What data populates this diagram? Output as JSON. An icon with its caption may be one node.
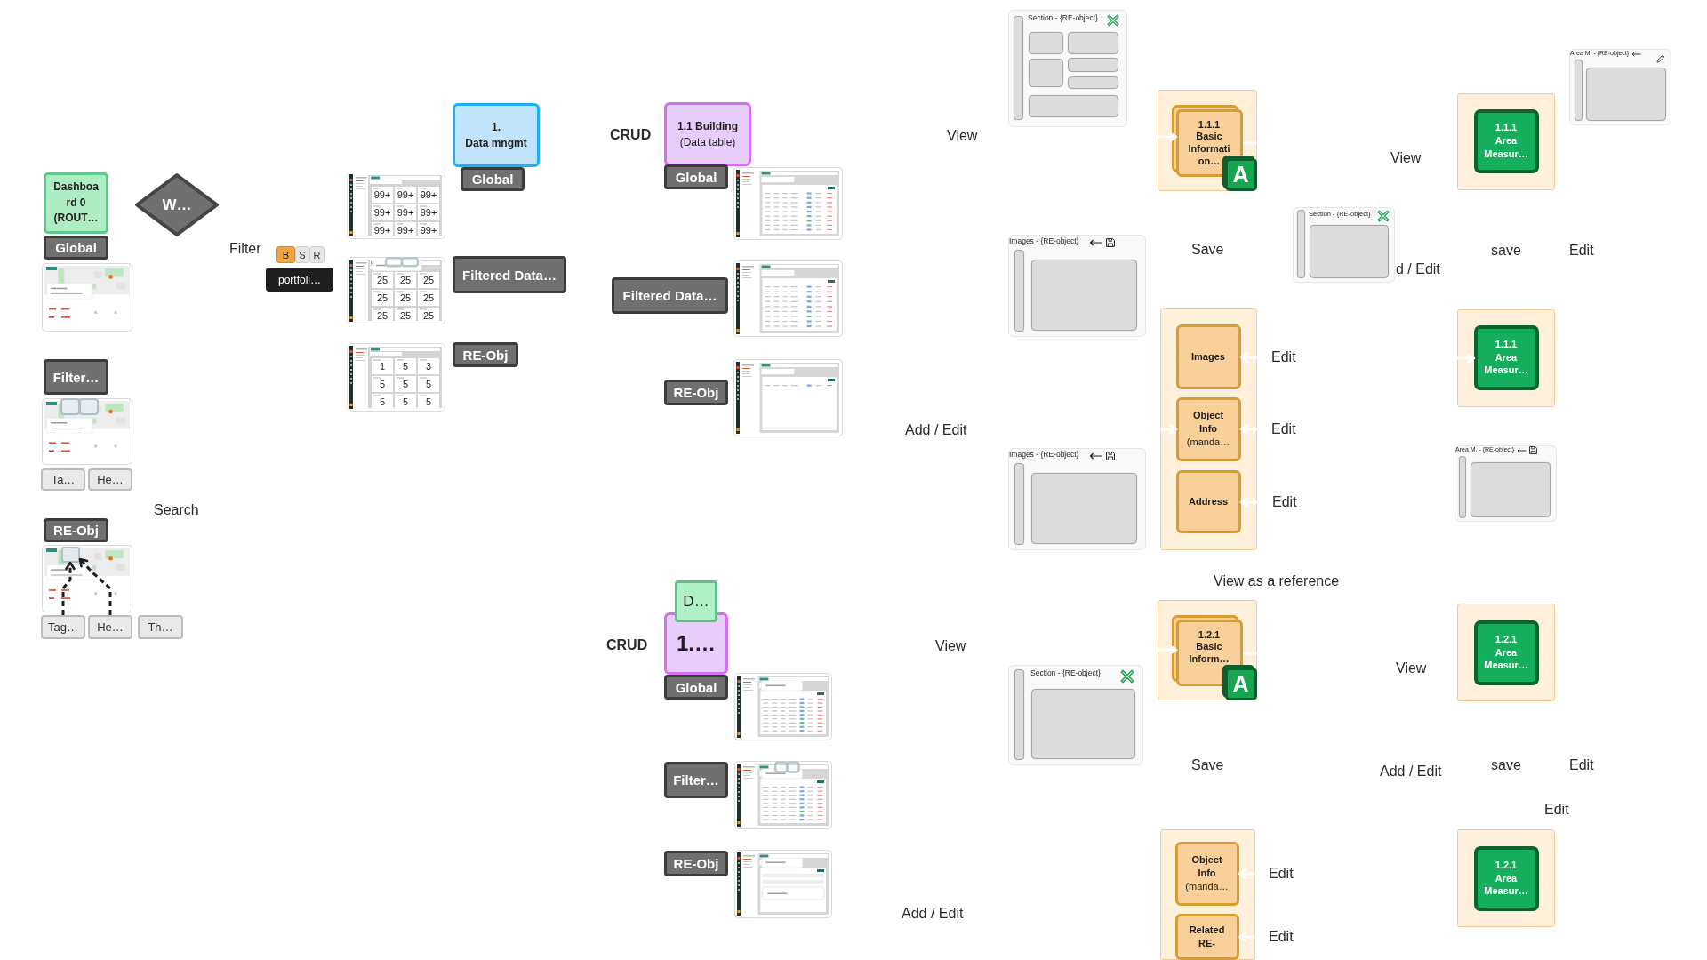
{
  "diagram": {
    "nodes": [
      {
        "text": [
          "Dashboard 0 (ROUT…"
        ]
      },
      {
        "text": [
          "Global"
        ]
      },
      {
        "text": [
          "W…"
        ]
      },
      {
        "text": [
          "B"
        ]
      },
      {
        "text": [
          "S"
        ]
      },
      {
        "text": [
          "R"
        ]
      },
      {
        "text": [
          "portfoli…"
        ]
      },
      {
        "text": [
          "Filter…"
        ]
      },
      {
        "text": [
          "Ta…"
        ]
      },
      {
        "text": [
          "He…"
        ]
      },
      {
        "text": [
          "RE-Obj"
        ]
      },
      {
        "text": [],
        "shape": "box"
      },
      {
        "text": [
          "Tag…"
        ]
      },
      {
        "text": [
          "He…"
        ]
      },
      {
        "text": [
          "Th…"
        ]
      },
      {
        "text": [
          "99+",
          "99+",
          "99+",
          "99+",
          "99+",
          "99+",
          "99+",
          "99+",
          "99+"
        ]
      },
      {
        "text": [
          "25",
          "25",
          "25",
          "25",
          "25",
          "25",
          "25",
          "25",
          "25"
        ]
      },
      {
        "text": [
          "1",
          "5",
          "3",
          "5",
          "5",
          "5",
          "5",
          "5",
          "5"
        ]
      },
      {
        "text": [
          "1.",
          "Data mngmt"
        ]
      },
      {
        "text": [
          "Global"
        ]
      },
      {
        "text": [
          "Filtered Data…"
        ]
      },
      {
        "text": [
          "RE-Obj"
        ]
      },
      {
        "text": [
          "1.1 Building",
          "(Data table)"
        ]
      },
      {
        "text": [
          "Global"
        ]
      },
      {
        "text": [
          "Filtered Data…"
        ]
      },
      {
        "text": [
          "RE-Obj"
        ]
      },
      {
        "text": [
          "D…"
        ]
      },
      {
        "text": [
          "1.…"
        ]
      },
      {
        "text": [
          "Global"
        ]
      },
      {
        "text": [
          "Filter…"
        ]
      },
      {
        "text": [
          "RE-Obj"
        ]
      },
      {
        "text": [
          "Section - {RE-object}"
        ]
      },
      {
        "text": [
          "Images - {RE-object}"
        ]
      },
      {
        "text": [
          "Images - {RE-object}"
        ]
      },
      {
        "text": [
          "Section - {RE-object}"
        ]
      },
      {
        "text": [],
        "shape": "box"
      },
      {
        "text": [
          "1.1.1 Basic Information…"
        ],
        "in": 35
      },
      {
        "text": [
          "A"
        ],
        "in": 35
      },
      {
        "text": [],
        "shape": "box"
      },
      {
        "text": [
          "Images"
        ],
        "in": 38
      },
      {
        "text": [
          "Object Info",
          "(manda…"
        ],
        "in": 38
      },
      {
        "text": [
          "Address"
        ],
        "in": 38
      },
      {
        "text": [],
        "shape": "box"
      },
      {
        "text": [
          "1.2.1 Basic Inform…"
        ],
        "in": 42
      },
      {
        "text": [
          "A"
        ],
        "in": 42
      },
      {
        "text": [],
        "shape": "box"
      },
      {
        "text": [
          "Object Info",
          "(manda…"
        ],
        "in": 45
      },
      {
        "text": [
          "Related RE-"
        ],
        "in": 45
      },
      {
        "text": [
          "Section - {RE-object}"
        ]
      },
      {
        "text": [],
        "shape": "box"
      },
      {
        "text": [
          "1.1.1 Area Measur…"
        ],
        "in": 49
      },
      {
        "text": [],
        "shape": "box"
      },
      {
        "text": [
          "1.1.1 Area Measur…"
        ],
        "in": 51
      },
      {
        "text": [],
        "shape": "box"
      },
      {
        "text": [
          "1.2.1 Area Measur…"
        ],
        "in": 53
      },
      {
        "text": [],
        "shape": "box"
      },
      {
        "text": [
          "1.2.1 Area Measur…"
        ],
        "in": 55
      },
      {
        "text": [
          "Area M. - {RE-object}"
        ]
      },
      {
        "text": [
          "Area M. - {RE-object}"
        ]
      }
    ],
    "edges": [
      {
        "from": 12,
        "to": 11,
        "arrow": "to",
        "style": "dashed",
        "color": "#1e1e1e"
      },
      {
        "from": 13,
        "to": 11,
        "arrow": "to",
        "style": "dashed",
        "color": "#1e1e1e"
      },
      {
        "from": null,
        "to": 36,
        "arrow": "to"
      },
      {
        "from": 36,
        "to": null,
        "arrow": "none"
      },
      {
        "from": null,
        "to": 39,
        "arrow": "to"
      },
      {
        "from": null,
        "to": 40,
        "arrow": "to"
      },
      {
        "from": null,
        "to": 40,
        "arrow": "to"
      },
      {
        "from": null,
        "to": 41,
        "arrow": "to"
      },
      {
        "from": null,
        "to": 43,
        "arrow": "to"
      },
      {
        "from": 43,
        "to": null,
        "arrow": "none"
      },
      {
        "from": null,
        "to": 46,
        "arrow": "to"
      },
      {
        "from": null,
        "to": 47,
        "arrow": "to"
      },
      {
        "from": null,
        "to": 52,
        "arrow": "to"
      }
    ],
    "labels": [
      "Filter",
      "Search",
      "CRUD",
      "View",
      "Add / Edit",
      "CRUD",
      "View",
      "Add / Edit",
      "Save",
      "Edit",
      "Edit",
      "Edit",
      "View as a reference",
      "Save",
      "Edit",
      "Edit",
      "View",
      "d / Edit",
      "View",
      "Add / Edit",
      "save",
      "Edit",
      "save",
      "Edit",
      "Edit"
    ]
  }
}
